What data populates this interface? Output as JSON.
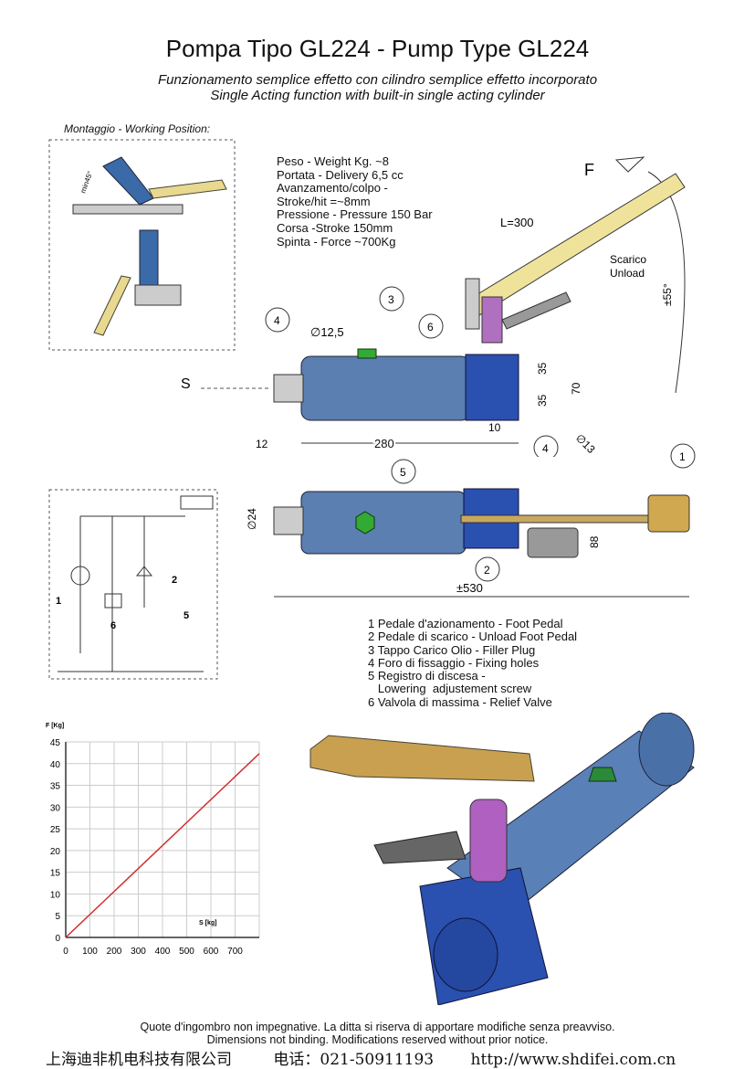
{
  "header": {
    "title": "Pompa Tipo GL224 - Pump Type GL224",
    "subtitle_it": "Funzionamento semplice effetto con cilindro semplice effetto incorporato",
    "subtitle_en": "Single Acting function with built-in single acting cylinder"
  },
  "working_position": {
    "label": "Montaggio - Working Position:",
    "angle": "min45°"
  },
  "specs": [
    "Peso - Weight Kg. ~8",
    "Portata - Delivery 6,5 cc",
    "Avanzamento/colpo -",
    "Stroke/hit =~8mm",
    "Pressione - Pressure 150 Bar",
    "Corsa -Stroke 150mm",
    "Spinta - Force ~700Kg"
  ],
  "side_view": {
    "force": "F",
    "lever": "L=300",
    "unload": [
      "Scarico",
      "Unload"
    ],
    "angle": "±55°",
    "s": "S",
    "dia": "∅12,5",
    "dims": {
      "d35a": "35",
      "d35b": "35",
      "d70": "70",
      "d10": "10",
      "d12": "12",
      "d280": "280",
      "d13": "∅13"
    },
    "callouts": [
      "3",
      "4",
      "6",
      "4"
    ]
  },
  "top_view": {
    "dia": "∅24",
    "d88": "88",
    "d530": "±530",
    "callouts": [
      "5",
      "1",
      "2"
    ]
  },
  "schematic": {
    "labels": [
      "1",
      "2",
      "5",
      "6"
    ]
  },
  "legend": [
    "1 Pedale d'azionamento - Foot Pedal",
    "2 Pedale di scarico - Unload Foot Pedal",
    "3 Tappo Carico Olio - Filler Plug",
    "4 Foro di fissaggio - Fixing holes",
    "5 Registro di discesa -",
    "   Lowering  adjustement screw",
    "6 Valvola di massima - Relief Valve"
  ],
  "chart_data": {
    "type": "line",
    "title": "",
    "xlabel": "S [kg]",
    "ylabel": "F [Kg]",
    "xlim": [
      0,
      800
    ],
    "ylim": [
      0,
      45
    ],
    "xticks": [
      "0",
      "100",
      "200",
      "300",
      "400",
      "500",
      "600",
      "700"
    ],
    "yticks": [
      "0",
      "5",
      "10",
      "15",
      "20",
      "25",
      "30",
      "35",
      "40",
      "45"
    ],
    "grid": true,
    "series": [
      {
        "name": "F",
        "color": "#d03030",
        "x": [
          0,
          800
        ],
        "y": [
          0,
          42.3
        ]
      }
    ]
  },
  "footer": {
    "it": "Quote d'ingombro non impegnative. La ditta si riserva di apportare modifiche senza preavviso.",
    "en": "Dimensions not binding. Modifications reserved without prior notice.",
    "company": "上海迪非机电科技有限公司",
    "phone": "电话：021-50911193",
    "url": "http://www.shdifei.com.cn"
  }
}
